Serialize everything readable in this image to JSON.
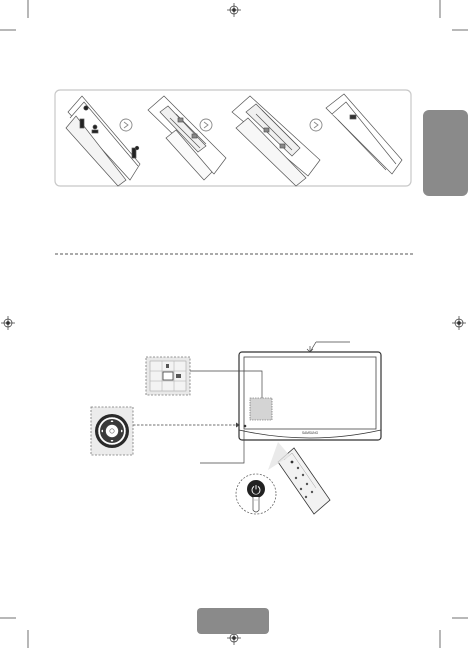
{
  "page": {
    "background": "#ffffff",
    "line_color": "#666666",
    "frame_gray": "#c8c8c8",
    "tab_gray": "#8a8a8a",
    "panel_light": "#e9e9e9",
    "sensor_fill": "#d4d4d4"
  },
  "battery_steps": {
    "count": 4,
    "arrow_icon": "next-step-arrow"
  },
  "remote_keys": {
    "power_symbol": "⏻"
  },
  "tv": {
    "brand": "SAMSUNG"
  }
}
